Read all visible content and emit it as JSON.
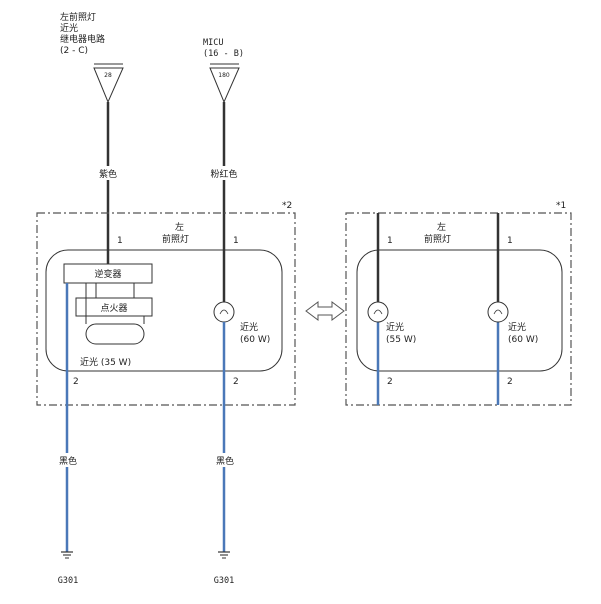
{
  "colors": {
    "wire_dark": "#333333",
    "wire_blue": "#4a78b8",
    "line": "#333333",
    "dash": "#555555"
  },
  "sources": {
    "left": {
      "lines": [
        "左前照灯",
        "近光",
        "继电器电路",
        "(2 - C)"
      ],
      "pin": "28",
      "wire_color": "紫色"
    },
    "right": {
      "lines": [
        "MICU",
        "(16 - B)"
      ],
      "pin": "180",
      "wire_color": "粉红色"
    }
  },
  "panel_left": {
    "marker": "*2",
    "connector": [
      "左",
      "前照灯"
    ],
    "pin_top_left": "1",
    "pin_top_right": "1",
    "pin_bot_left": "2",
    "pin_bot_right": "2",
    "converter": "逆变器",
    "igniter": "点火器",
    "hid_label": "近光 (35 W)",
    "bulb": [
      "近光",
      "(60 W)"
    ]
  },
  "panel_right": {
    "marker": "*1",
    "connector": [
      "左",
      "前照灯"
    ],
    "pin_top_left": "1",
    "pin_top_right": "1",
    "pin_bot_left": "2",
    "pin_bot_right": "2",
    "bulb_left": [
      "近光",
      "(55 W)"
    ],
    "bulb_right": [
      "近光",
      "(60 W)"
    ]
  },
  "ground": {
    "wire_left": "黑色",
    "wire_right": "黑色",
    "left": "G301",
    "right": "G301"
  }
}
